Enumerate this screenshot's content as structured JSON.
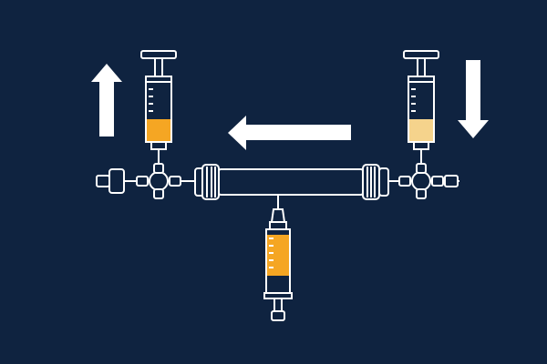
{
  "colors": {
    "background": "#0f2340",
    "line": "#ffffff",
    "fill_left": "#f5a623",
    "fill_right": "#f5d38c",
    "fill_bottom": "#f5a623"
  },
  "icons": {
    "up_arrow": "arrow-up-icon",
    "left_arrow": "arrow-left-icon",
    "down_arrow": "arrow-down-icon",
    "syringe": "syringe-icon",
    "stopcock": "three-way-stopcock-icon",
    "tube": "column-tube-icon"
  },
  "fill_levels": {
    "left_syringe": 0.4,
    "right_syringe": 0.4,
    "bottom_syringe": 0.65
  }
}
